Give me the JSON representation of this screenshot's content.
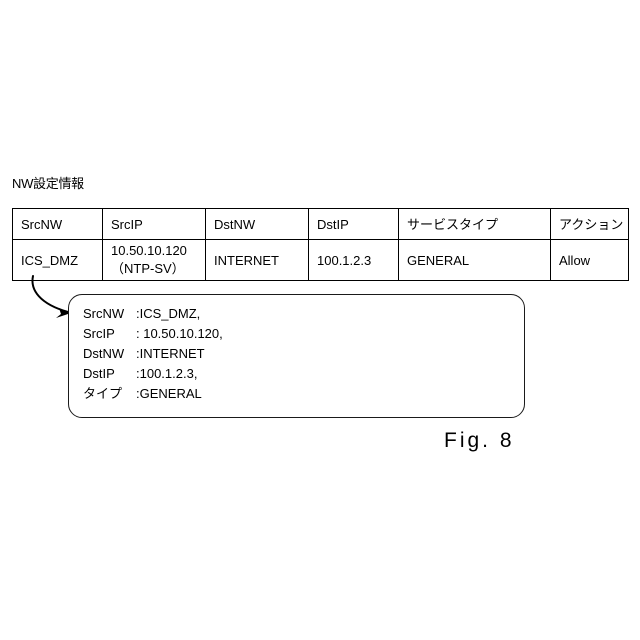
{
  "figure": {
    "label": "Fig. 8"
  },
  "table": {
    "caption": "NW設定情報",
    "headers": [
      "SrcNW",
      "SrcIP",
      "DstNW",
      "DstIP",
      "サービスタイプ",
      "アクション"
    ],
    "row": {
      "srcnw": "ICS_DMZ",
      "srcip_line1": "10.50.10.120",
      "srcip_line2": "（NTP-SV）",
      "dstnw": "INTERNET",
      "dstip": "100.1.2.3",
      "service": "GENERAL",
      "action": "Allow"
    }
  },
  "callout": {
    "rows": [
      {
        "key": "SrcNW",
        "value": ":ICS_DMZ,"
      },
      {
        "key": "SrcIP",
        "value": ": 10.50.10.120,"
      },
      {
        "key": "DstNW",
        "value": ":INTERNET"
      },
      {
        "key": "DstIP",
        "value": ":100.1.2.3,"
      },
      {
        "key": "タイプ",
        "value": ":GENERAL"
      }
    ]
  },
  "colors": {
    "ink": "#000000",
    "callout_border": "#1a1a1a",
    "page_background": "#ffffff"
  }
}
